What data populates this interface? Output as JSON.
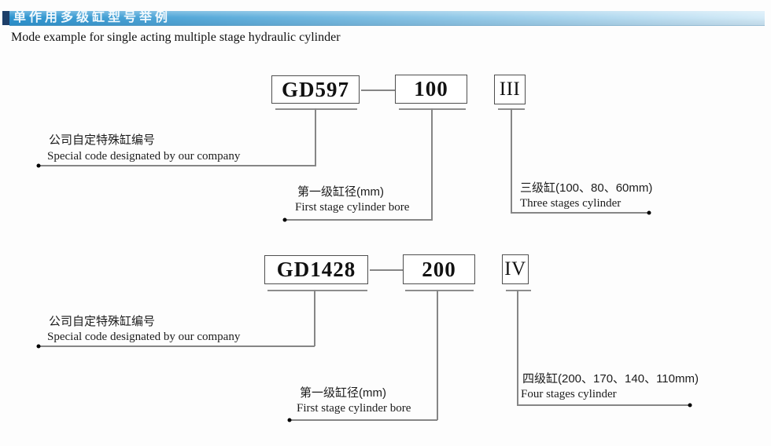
{
  "header": {
    "title_zh": "单作用多级缸型号举例",
    "subtitle_en": "Mode example for single acting multiple stage hydraulic cylinder",
    "bar_color_left": "#2e95d0",
    "bar_color_right": "#d6ecf8",
    "accent_square_color": "#1d3f69"
  },
  "colors": {
    "line": "#868686",
    "box_border": "#4f4f4f",
    "dot": "#000000"
  },
  "diagrams": [
    {
      "boxes": [
        "GD597",
        "100",
        "III"
      ],
      "callouts": [
        {
          "zh": "公司自定特殊缸编号",
          "en": "Special code designated by our company"
        },
        {
          "zh": "第一级缸径(mm)",
          "en": "First stage cylinder bore"
        },
        {
          "zh": "三级缸(100、80、60mm)",
          "en": "Three stages cylinder"
        }
      ]
    },
    {
      "boxes": [
        "GD1428",
        "200",
        "IV"
      ],
      "callouts": [
        {
          "zh": "公司自定特殊缸编号",
          "en": "Special code designated by our company"
        },
        {
          "zh": "第一级缸径(mm)",
          "en": "First stage cylinder bore"
        },
        {
          "zh": "四级缸(200、170、140、110mm)",
          "en": "Four stages cylinder"
        }
      ]
    }
  ]
}
